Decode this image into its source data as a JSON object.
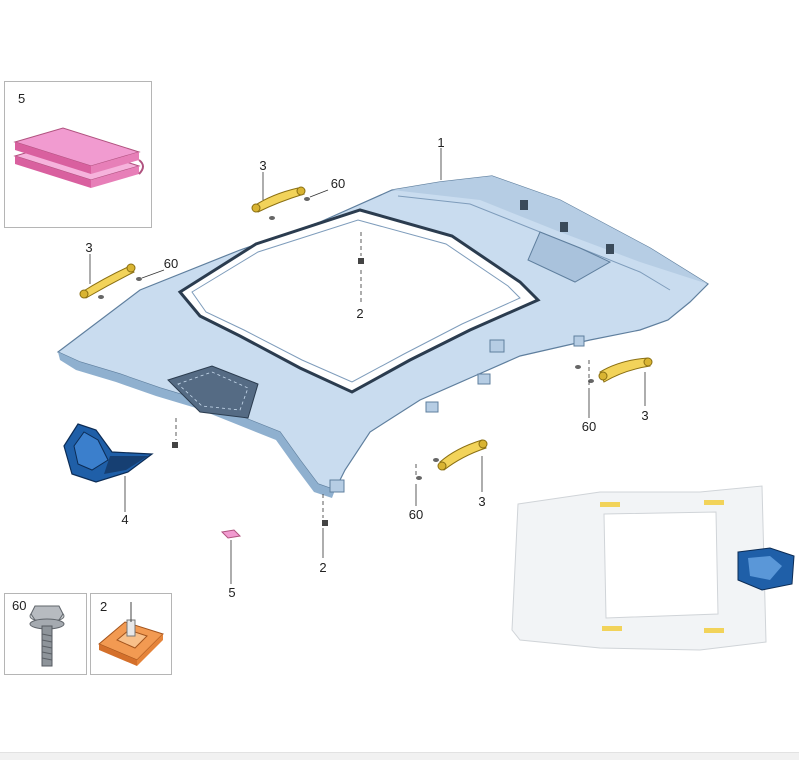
{
  "insets": {
    "insulation_mat": {
      "label": "5"
    },
    "bolt": {
      "label": "60"
    },
    "clip": {
      "label": "2"
    }
  },
  "callouts": [
    {
      "id": "headliner",
      "text": "1"
    },
    {
      "id": "clip-top",
      "text": "2"
    },
    {
      "id": "clip-bottom",
      "text": "2"
    },
    {
      "id": "handle-rear-left",
      "text": "3"
    },
    {
      "id": "handle-front-left",
      "text": "3"
    },
    {
      "id": "handle-rear-right",
      "text": "3"
    },
    {
      "id": "handle-front-right",
      "text": "3"
    },
    {
      "id": "bolt-rear-left",
      "text": "60"
    },
    {
      "id": "bolt-front-left",
      "text": "60"
    },
    {
      "id": "bolt-rear-right",
      "text": "60"
    },
    {
      "id": "bolt-front-right",
      "text": "60"
    },
    {
      "id": "console",
      "text": "4"
    },
    {
      "id": "mat-piece",
      "text": "5"
    }
  ],
  "colors": {
    "headliner": "#c9dcef",
    "headliner_dark": "#8fb0cf",
    "handle": "#f2d35a",
    "console": "#1f5fa8",
    "insulation": "#f19bd0",
    "clip": "#f29a52",
    "bolt": "#9aa0a6"
  }
}
